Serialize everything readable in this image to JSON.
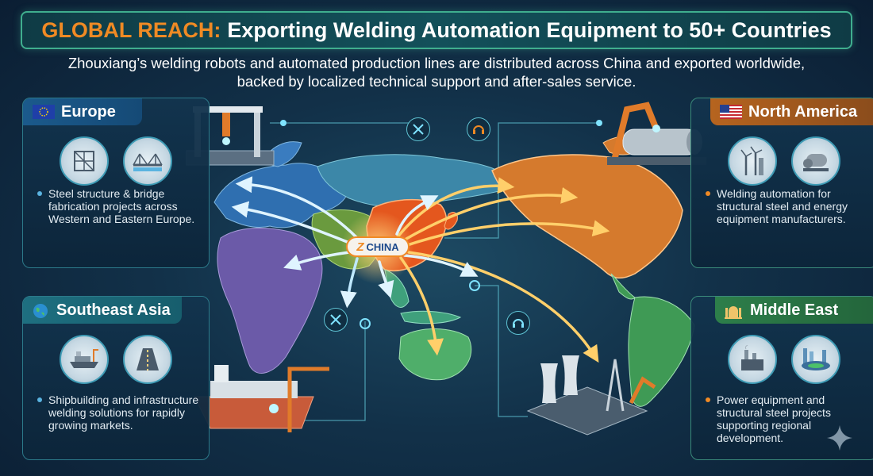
{
  "header": {
    "title_highlight": "GLOBAL REACH:",
    "title_rest": "Exporting Welding Automation Equipment to 50+ Countries",
    "subtitle_line1": "Zhouxiang’s welding robots and automated production lines are distributed across China and exported worldwide,",
    "subtitle_line2": "backed by localized technical support and after-sales service."
  },
  "regions": {
    "europe": {
      "title": "Europe",
      "text": "Steel structure & bridge fabrication projects across Western and Eastern Europe.",
      "icons": [
        "steel-frame-icon",
        "bridge-icon"
      ]
    },
    "southeast_asia": {
      "title": "Southeast Asia",
      "text": "Shipbuilding and infrastructure welding solutions for rapidly growing markets.",
      "icons": [
        "ship-icon",
        "highway-icon"
      ]
    },
    "north_america": {
      "title": "North America",
      "text": "Welding automation for structural steel and energy equipment manufacturers.",
      "icons": [
        "wind-turbine-icon",
        "pressure-vessel-icon"
      ]
    },
    "middle_east": {
      "title": "Middle East",
      "text": "Power equipment and structural steel projects supporting regional development.",
      "icons": [
        "power-plant-icon",
        "stadium-icon"
      ]
    }
  },
  "map": {
    "center_label": "CHINA"
  },
  "colors": {
    "accent_orange": "#f08a24",
    "accent_teal": "#3fae8e",
    "europe": "#2f6fb0",
    "southeast_asia": "#2e8a9a",
    "north_america": "#c8732a",
    "middle_east": "#2f8a4f"
  }
}
